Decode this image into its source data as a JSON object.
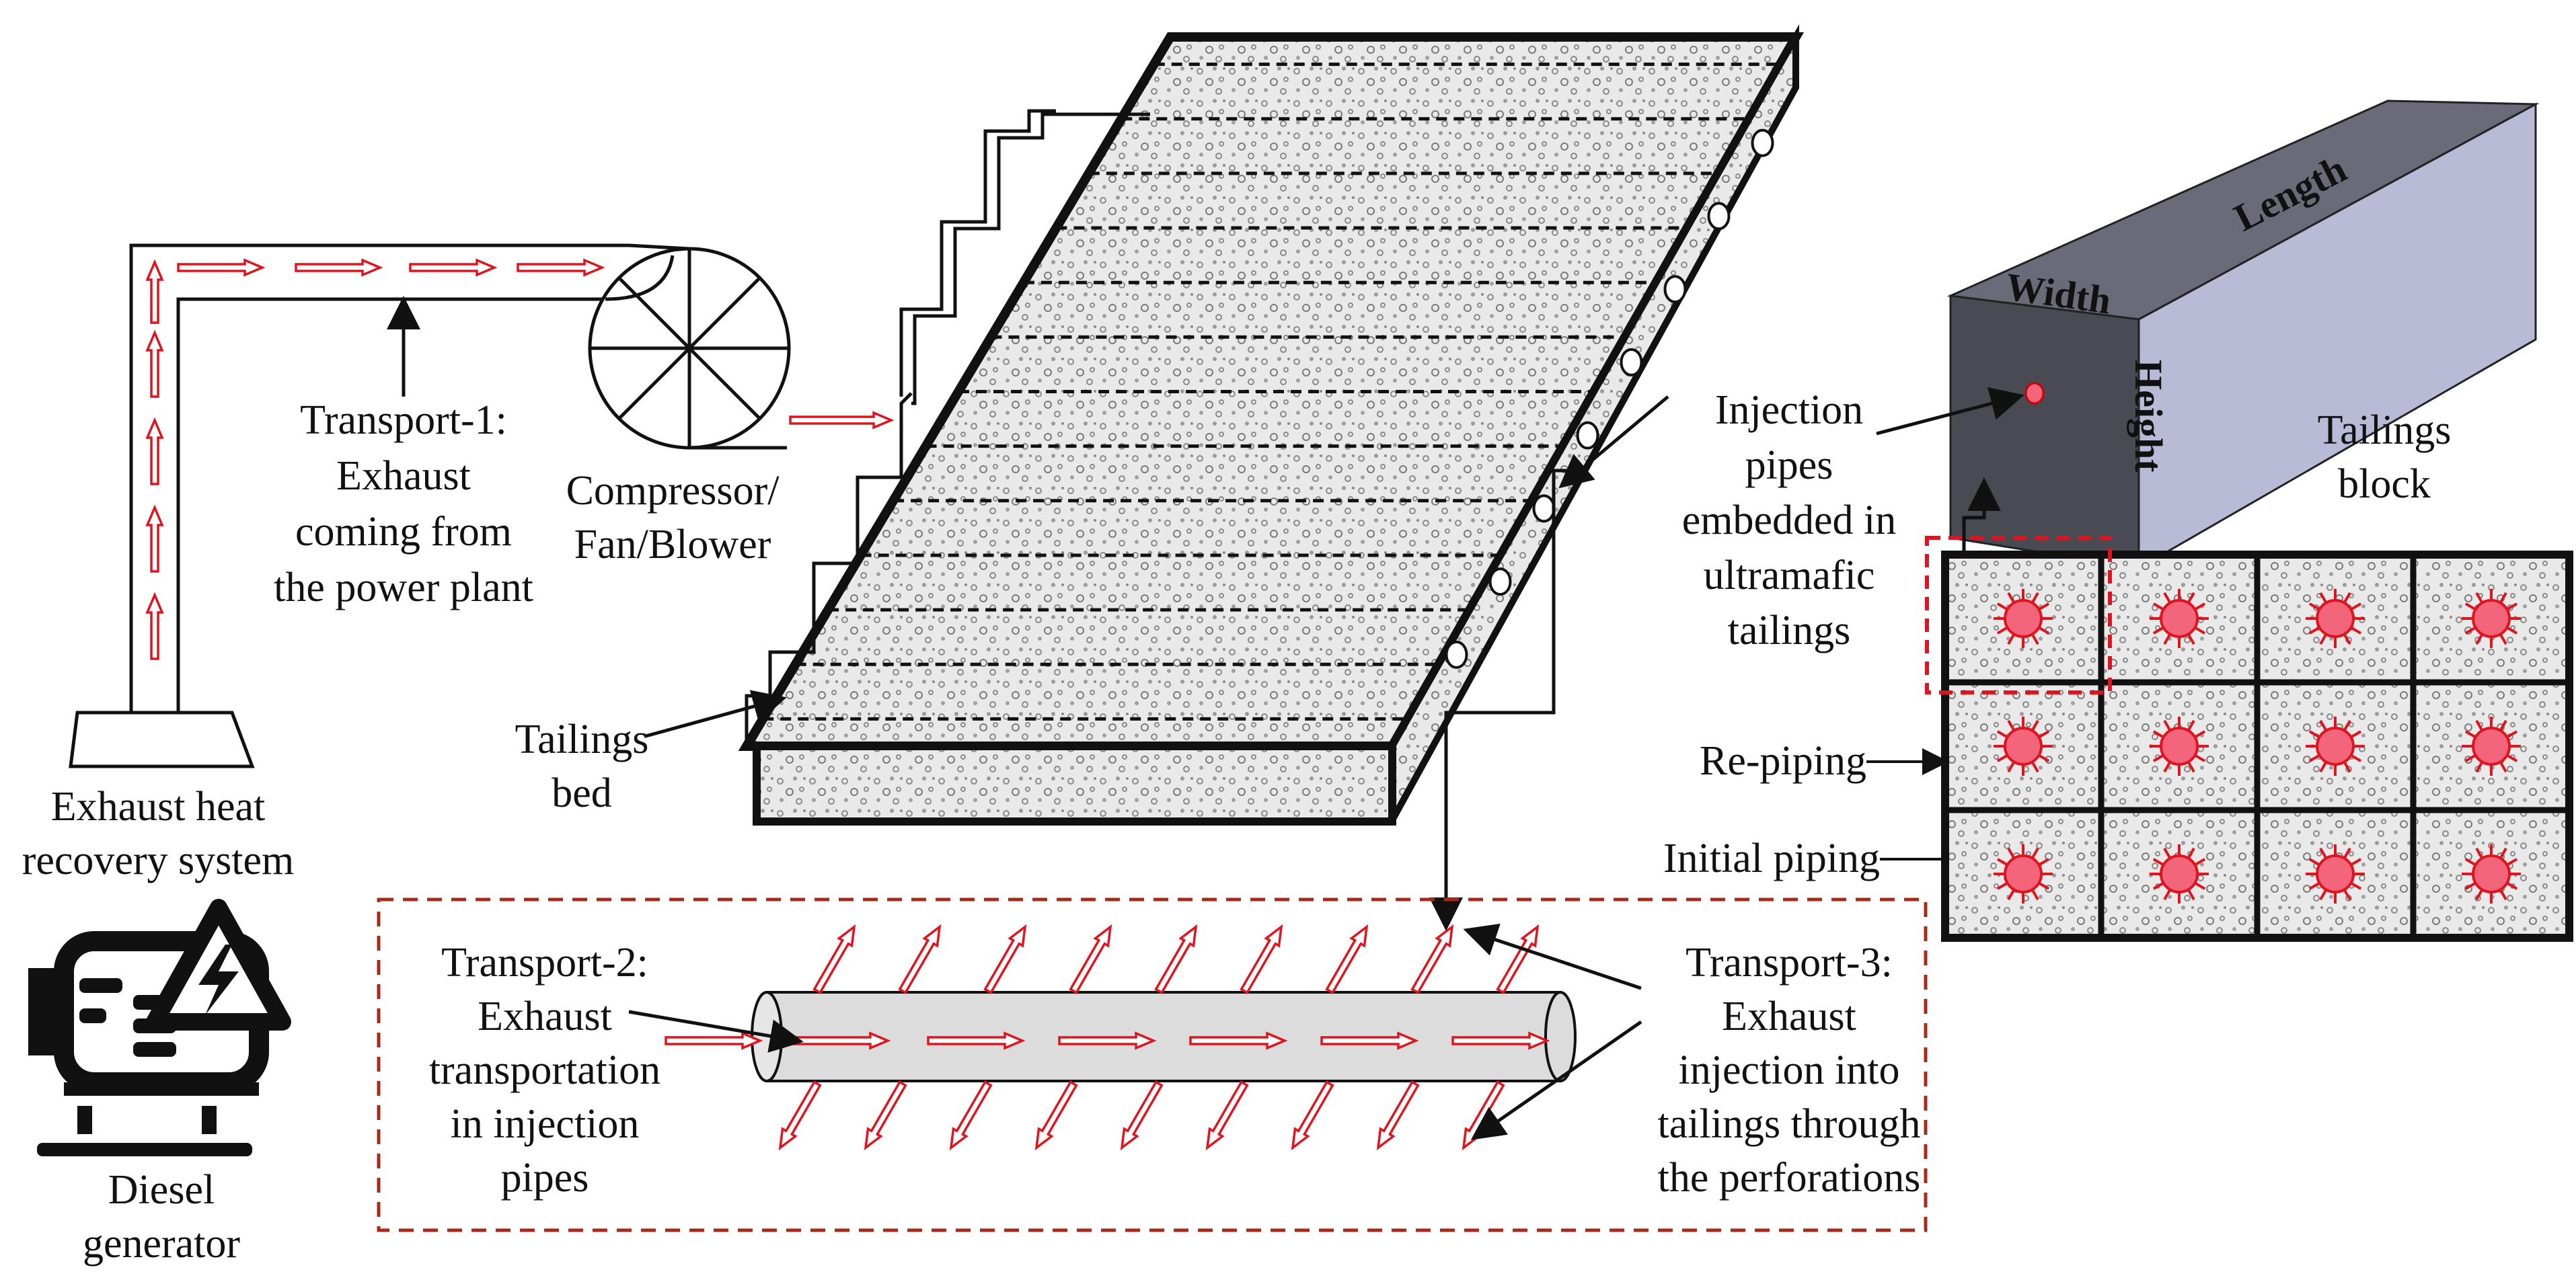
{
  "labels": {
    "transport1": [
      "Transport-1:",
      "Exhaust",
      "coming from",
      "the power plant"
    ],
    "compressor": [
      "Compressor/",
      "Fan/Blower"
    ],
    "exhaust_heat": [
      "Exhaust heat",
      "recovery system"
    ],
    "diesel": [
      "Diesel",
      "generator"
    ],
    "tailings_bed": [
      "Tailings",
      "bed"
    ],
    "injection_pipes": [
      "Injection",
      "pipes",
      "embedded in",
      "ultramafic",
      "tailings"
    ],
    "tailings_block": [
      "Tailings",
      "block"
    ],
    "re_piping": "Re-piping",
    "initial_piping": "Initial piping",
    "transport2": [
      "Transport-2:",
      "Exhaust",
      "transportation",
      "in injection",
      "pipes"
    ],
    "transport3": [
      "Transport-3:",
      "Exhaust",
      "injection into",
      "tailings through",
      "the perforations"
    ]
  },
  "block_dims": {
    "length": "Length",
    "width": "Width",
    "height": "Height"
  },
  "grid": {
    "rows": 3,
    "cols": 4
  },
  "colors": {
    "arrow": "#e0141e",
    "dashed_box": "#a82a1a",
    "block_front": "#4a4a52",
    "block_top": "#6a6a78",
    "block_side": "#b9bbd6",
    "pipe_fill": "#dcdcdc",
    "injection_point": "#f2657a"
  },
  "icons": [
    "exhaust-stack-icon",
    "diesel-generator-icon",
    "lightning-warning-icon",
    "fan-icon",
    "injection-point-icon"
  ]
}
